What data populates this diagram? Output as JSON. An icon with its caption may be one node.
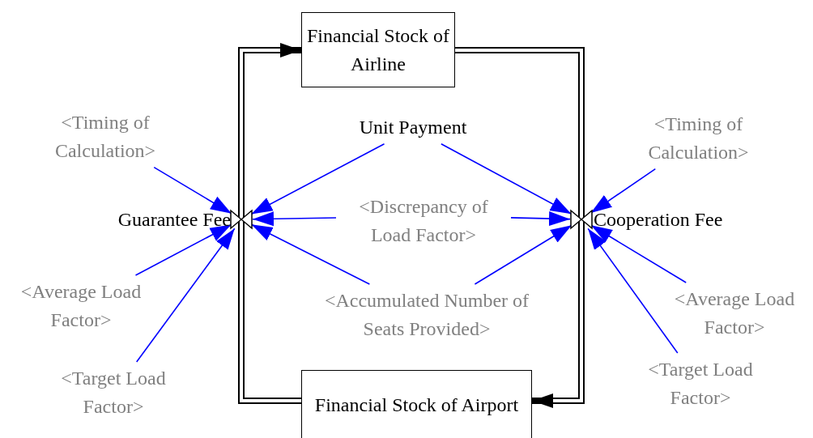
{
  "diagram": {
    "nodes": [
      {
        "text": [
          "Financial Stock of Airline"
        ]
      },
      {
        "text": [
          "Financial Stock of Airport"
        ]
      },
      {
        "text": [
          "Guarantee Fee"
        ]
      },
      {
        "text": [
          "Cooperation Fee"
        ]
      },
      {
        "text": [
          "Unit Payment"
        ]
      },
      {
        "text": [
          "<Timing of Calculation>"
        ]
      },
      {
        "text": [
          "<Discrepancy of Load Factor>"
        ]
      },
      {
        "text": [
          "<Average Load Factor>"
        ]
      },
      {
        "text": [
          "<Target Load Factor>"
        ]
      },
      {
        "text": [
          "<Accumulated Number of Seats Provided>"
        ]
      },
      {
        "text": [
          "<Timing of Calculation>"
        ]
      },
      {
        "text": [
          "<Average Load Factor>"
        ]
      },
      {
        "text": [
          "<Target Load Factor>"
        ]
      }
    ],
    "edges": [
      {
        "from": 1,
        "to": 0,
        "arrow": "to",
        "style": "thick",
        "color": "#000000"
      },
      {
        "from": 0,
        "to": 1,
        "arrow": "to",
        "style": "thick",
        "color": "#000000"
      },
      {
        "from": 5,
        "to": 2,
        "arrow": "to"
      },
      {
        "from": 4,
        "to": 2,
        "arrow": "to"
      },
      {
        "from": 6,
        "to": 2,
        "arrow": "to"
      },
      {
        "from": 7,
        "to": 2,
        "arrow": "to"
      },
      {
        "from": 8,
        "to": 2,
        "arrow": "to"
      },
      {
        "from": 9,
        "to": 2,
        "arrow": "to"
      },
      {
        "from": 4,
        "to": 3,
        "arrow": "to"
      },
      {
        "from": 10,
        "to": 3,
        "arrow": "to"
      },
      {
        "from": 6,
        "to": 3,
        "arrow": "to"
      },
      {
        "from": 9,
        "to": 3,
        "arrow": "to"
      },
      {
        "from": 11,
        "to": 3,
        "arrow": "to"
      },
      {
        "from": 12,
        "to": 3,
        "arrow": "to"
      }
    ]
  }
}
